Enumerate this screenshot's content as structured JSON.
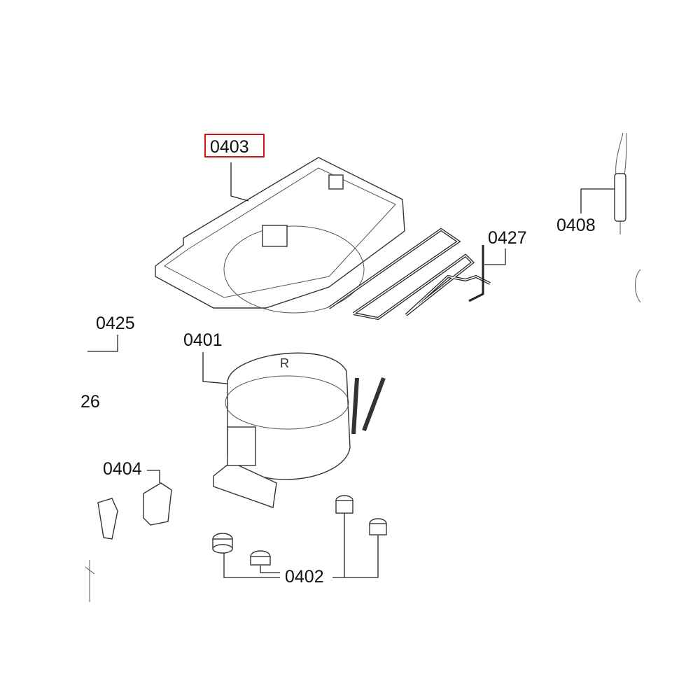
{
  "diagram": {
    "highlight_color": "#d0141b",
    "labels": {
      "p0403": "0403",
      "p0408": "0408",
      "p0427": "0427",
      "p0425": "0425",
      "p0401": "0401",
      "p0426_partial": "26",
      "p0404": "0404",
      "p0402": "0402"
    },
    "compressor_mark": "R"
  }
}
